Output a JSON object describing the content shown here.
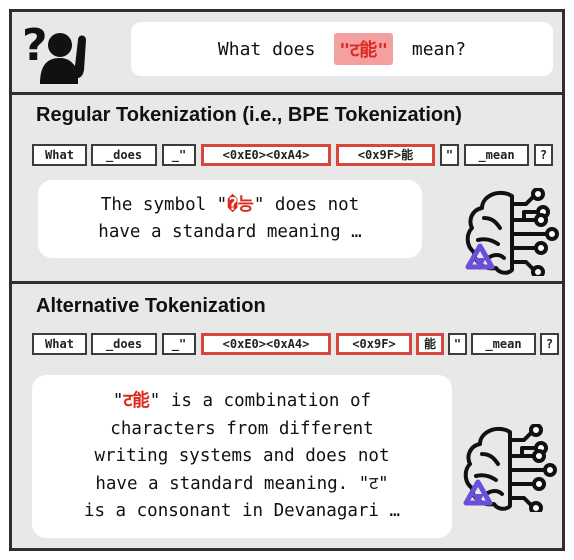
{
  "question": {
    "prefix": "What does ",
    "highlight": "\"ट能\"",
    "suffix": " mean?"
  },
  "regular": {
    "title": "Regular Tokenization (i.e., BPE Tokenization)",
    "tokens": [
      "What",
      "_does",
      "_\"",
      "<0xE0><0xA4>",
      "<0x9F>能",
      "\"",
      "_mean",
      "?"
    ],
    "answer_line1_pre": "The symbol \"",
    "answer_line1_red": "�능",
    "answer_line1_post": "\" does not",
    "answer_line2": "have a standard meaning …"
  },
  "alternative": {
    "title": "Alternative Tokenization",
    "tokens": [
      "What",
      "_does",
      "_\"",
      "<0xE0><0xA4>",
      "<0x9F>",
      "能",
      "\"",
      "_mean",
      "?"
    ],
    "answer_line1_q1": "\"",
    "answer_line1_red": "ट能",
    "answer_line1_post": "\" is a combination of",
    "answer_line2": "characters from different",
    "answer_line3": "writing systems and does not",
    "answer_line4": "have a standard meaning. \"ट\"",
    "answer_line5": "is a consonant in Devanagari …"
  },
  "colors": {
    "highlight_border": "#d8473d",
    "highlight_text": "#d92b1f",
    "question_highlight_bg": "#f4a0a0",
    "model_badge": "#6a4fd8"
  }
}
